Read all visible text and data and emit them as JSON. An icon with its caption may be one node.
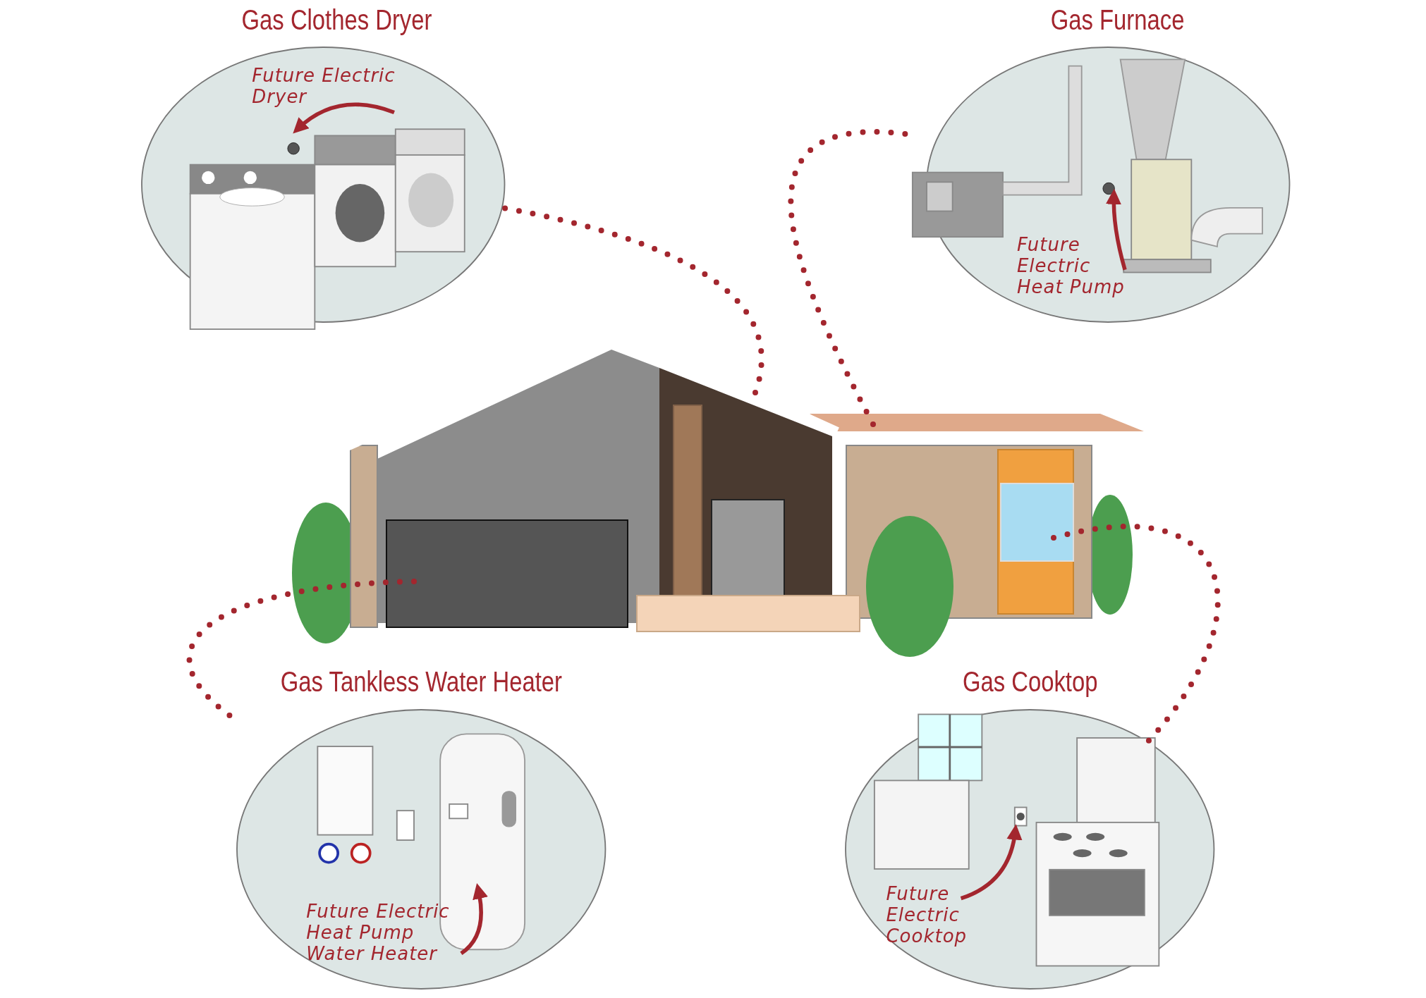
{
  "diagram": {
    "nodes": [
      {
        "text": [],
        "shape": "picture"
      },
      {
        "text": [
          "Gas Clothes Dryer",
          "Future Electric Dryer"
        ]
      },
      {
        "text": [
          "Gas Furnace",
          "Future Electric Heat Pump"
        ]
      },
      {
        "text": [
          "Gas Tankless Water Heater",
          "Future Electric Heat Pump Water Heater"
        ]
      },
      {
        "text": [
          "Gas Cooktop",
          "Future Electric Cooktop"
        ]
      }
    ],
    "edges": [
      {
        "from": 0,
        "to": 1,
        "arrow": "none"
      },
      {
        "from": 0,
        "to": 2,
        "arrow": "none"
      },
      {
        "from": 0,
        "to": 3,
        "arrow": "none"
      },
      {
        "from": 0,
        "to": 4,
        "arrow": "none"
      }
    ]
  }
}
